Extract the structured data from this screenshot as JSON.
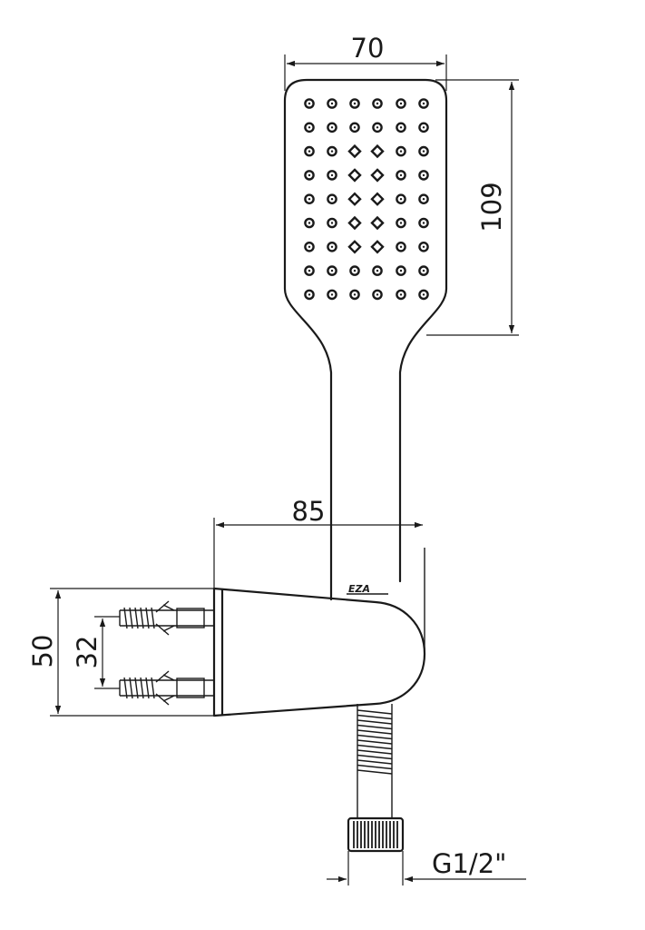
{
  "drawing": {
    "dimensions": {
      "head_width": "70",
      "head_height": "109",
      "holder_depth": "85",
      "holder_height": "50",
      "anchor_spacing": "32",
      "thread": "G1/2\""
    },
    "brand_mark": "EZA",
    "colors": {
      "line": "#1a1a1a",
      "background": "#ffffff"
    }
  }
}
